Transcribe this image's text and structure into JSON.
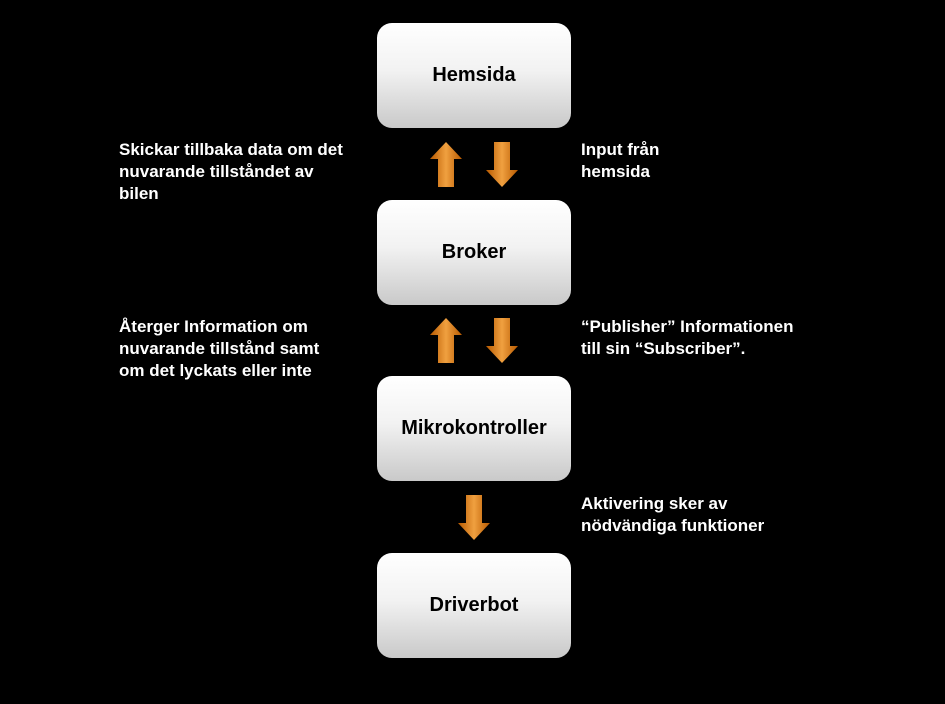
{
  "nodes": {
    "hemsida": "Hemsida",
    "broker": "Broker",
    "mikrokontroller": "Mikrokontroller",
    "driverbot": "Driverbot"
  },
  "labels": {
    "skickar_tillbaka": "Skickar tillbaka data om det\nnuvarande tillståndet av\nbilen",
    "input_fran_hemsida": "Input från\nhemsida",
    "aterger_information": "Återger Information om\nnuvarande tillstånd samt\nom det lyckats eller inte",
    "publisher_information": "“Publisher” Informationen\ntill sin “Subscriber”.",
    "aktivering": "Aktivering sker av\nnödvändiga funktioner"
  },
  "colors": {
    "background": "#000000",
    "arrow_light": "#f0a040",
    "arrow_dark": "#b85a00",
    "node_top": "#ffffff",
    "node_bottom": "#c9c9c9",
    "text_on_dark": "#ffffff"
  }
}
